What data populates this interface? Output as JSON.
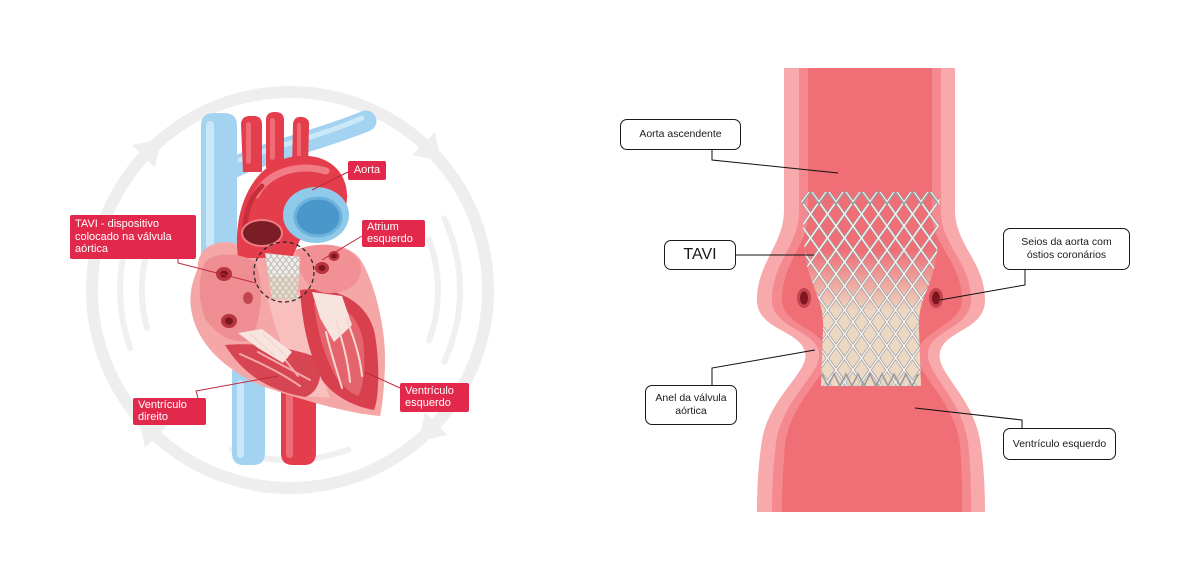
{
  "heart_diagram": {
    "labels": {
      "aorta": "Aorta",
      "tavi": [
        "TAVI - dispositivo",
        "colocado na válvula",
        "aórtica"
      ],
      "atrium_esquerdo": [
        "Atrium",
        "esquerdo"
      ],
      "ventriculo_direito": [
        "Ventrículo",
        "direito"
      ],
      "ventriculo_esquerdo": [
        "Ventrículo",
        "esquerdo"
      ]
    }
  },
  "aorta_diagram": {
    "labels": {
      "aorta_ascendente": "Aorta ascendente",
      "tavi": "TAVI",
      "seios": [
        "Seios da aorta com",
        "óstios coronários"
      ],
      "anel": [
        "Anel da válvula",
        "aórtica"
      ],
      "ventriculo_esquerdo": "Ventrículo esquerdo"
    }
  },
  "colors": {
    "label_red": "#e2294c",
    "aorta_lumen": "#f06e76",
    "aorta_wall": "#f7a9ac",
    "vein_blue": "#a3d3f1",
    "artery_red": "#e43d4b"
  }
}
